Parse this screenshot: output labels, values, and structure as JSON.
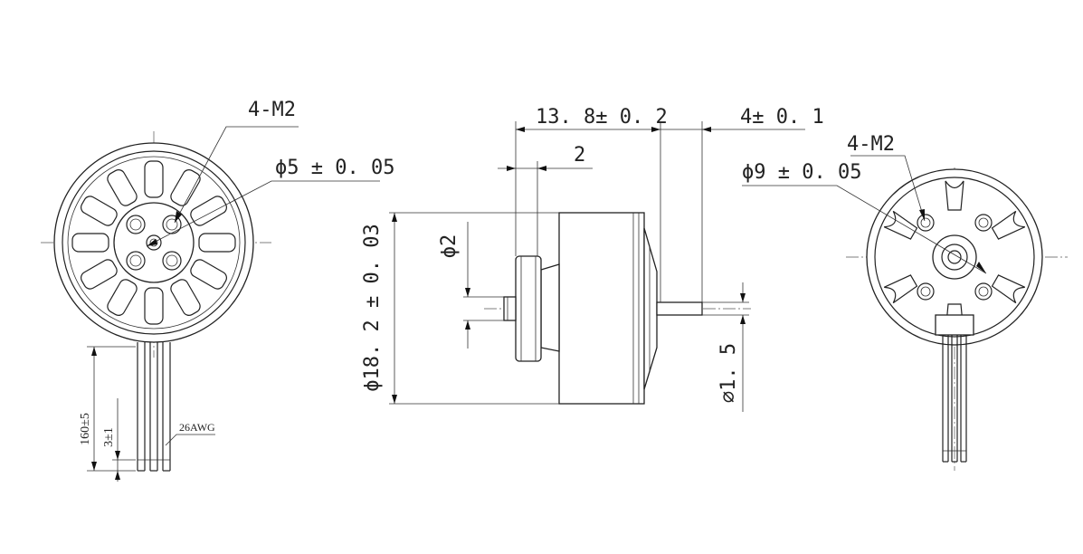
{
  "labels": {
    "front_thread": "4-M2",
    "front_hole_dia": "ϕ5 ± 0. 05",
    "lead_length": "160±5",
    "strip_length": "3±1",
    "wire_gauge": "26AWG",
    "overall_length": "13. 8± 0. 2",
    "shaft_protrusion": "4± 0. 1",
    "flange_width": "2",
    "boss_dia": "ϕ2",
    "body_dia": "ϕ18. 2 ± 0. 03",
    "shaft_dia": "∅1. 5",
    "rear_thread": "4-M2",
    "rear_hub_dia": "ϕ9 ± 0. 05"
  },
  "colors": {
    "line": "#222222",
    "background": "#ffffff"
  }
}
